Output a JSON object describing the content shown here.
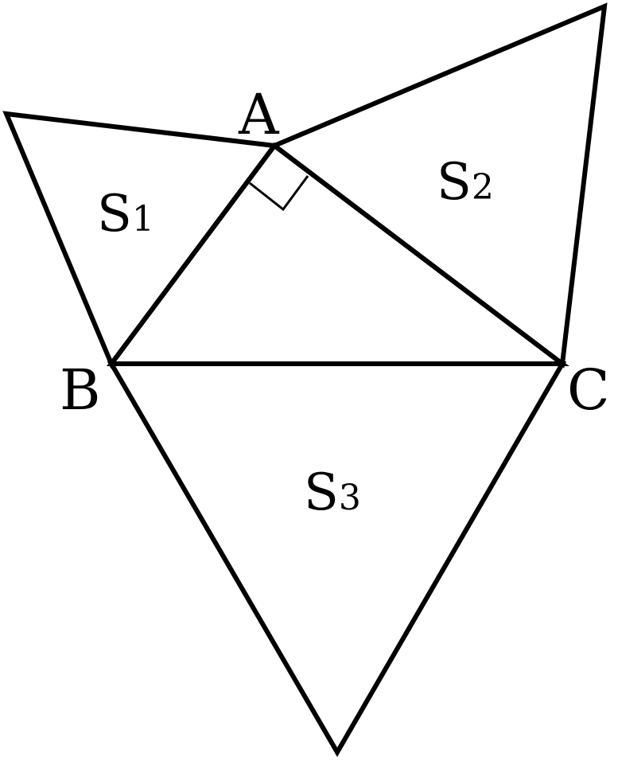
{
  "vertices": {
    "A": "A",
    "B": "B",
    "C": "C"
  },
  "regions": {
    "s1": {
      "letter": "S",
      "subscript": "1"
    },
    "s2": {
      "letter": "S",
      "subscript": "2"
    },
    "s3": {
      "letter": "S",
      "subscript": "3"
    }
  },
  "right_angle_at": "A",
  "colors": {
    "stroke": "#000000",
    "background": "#ffffff"
  }
}
